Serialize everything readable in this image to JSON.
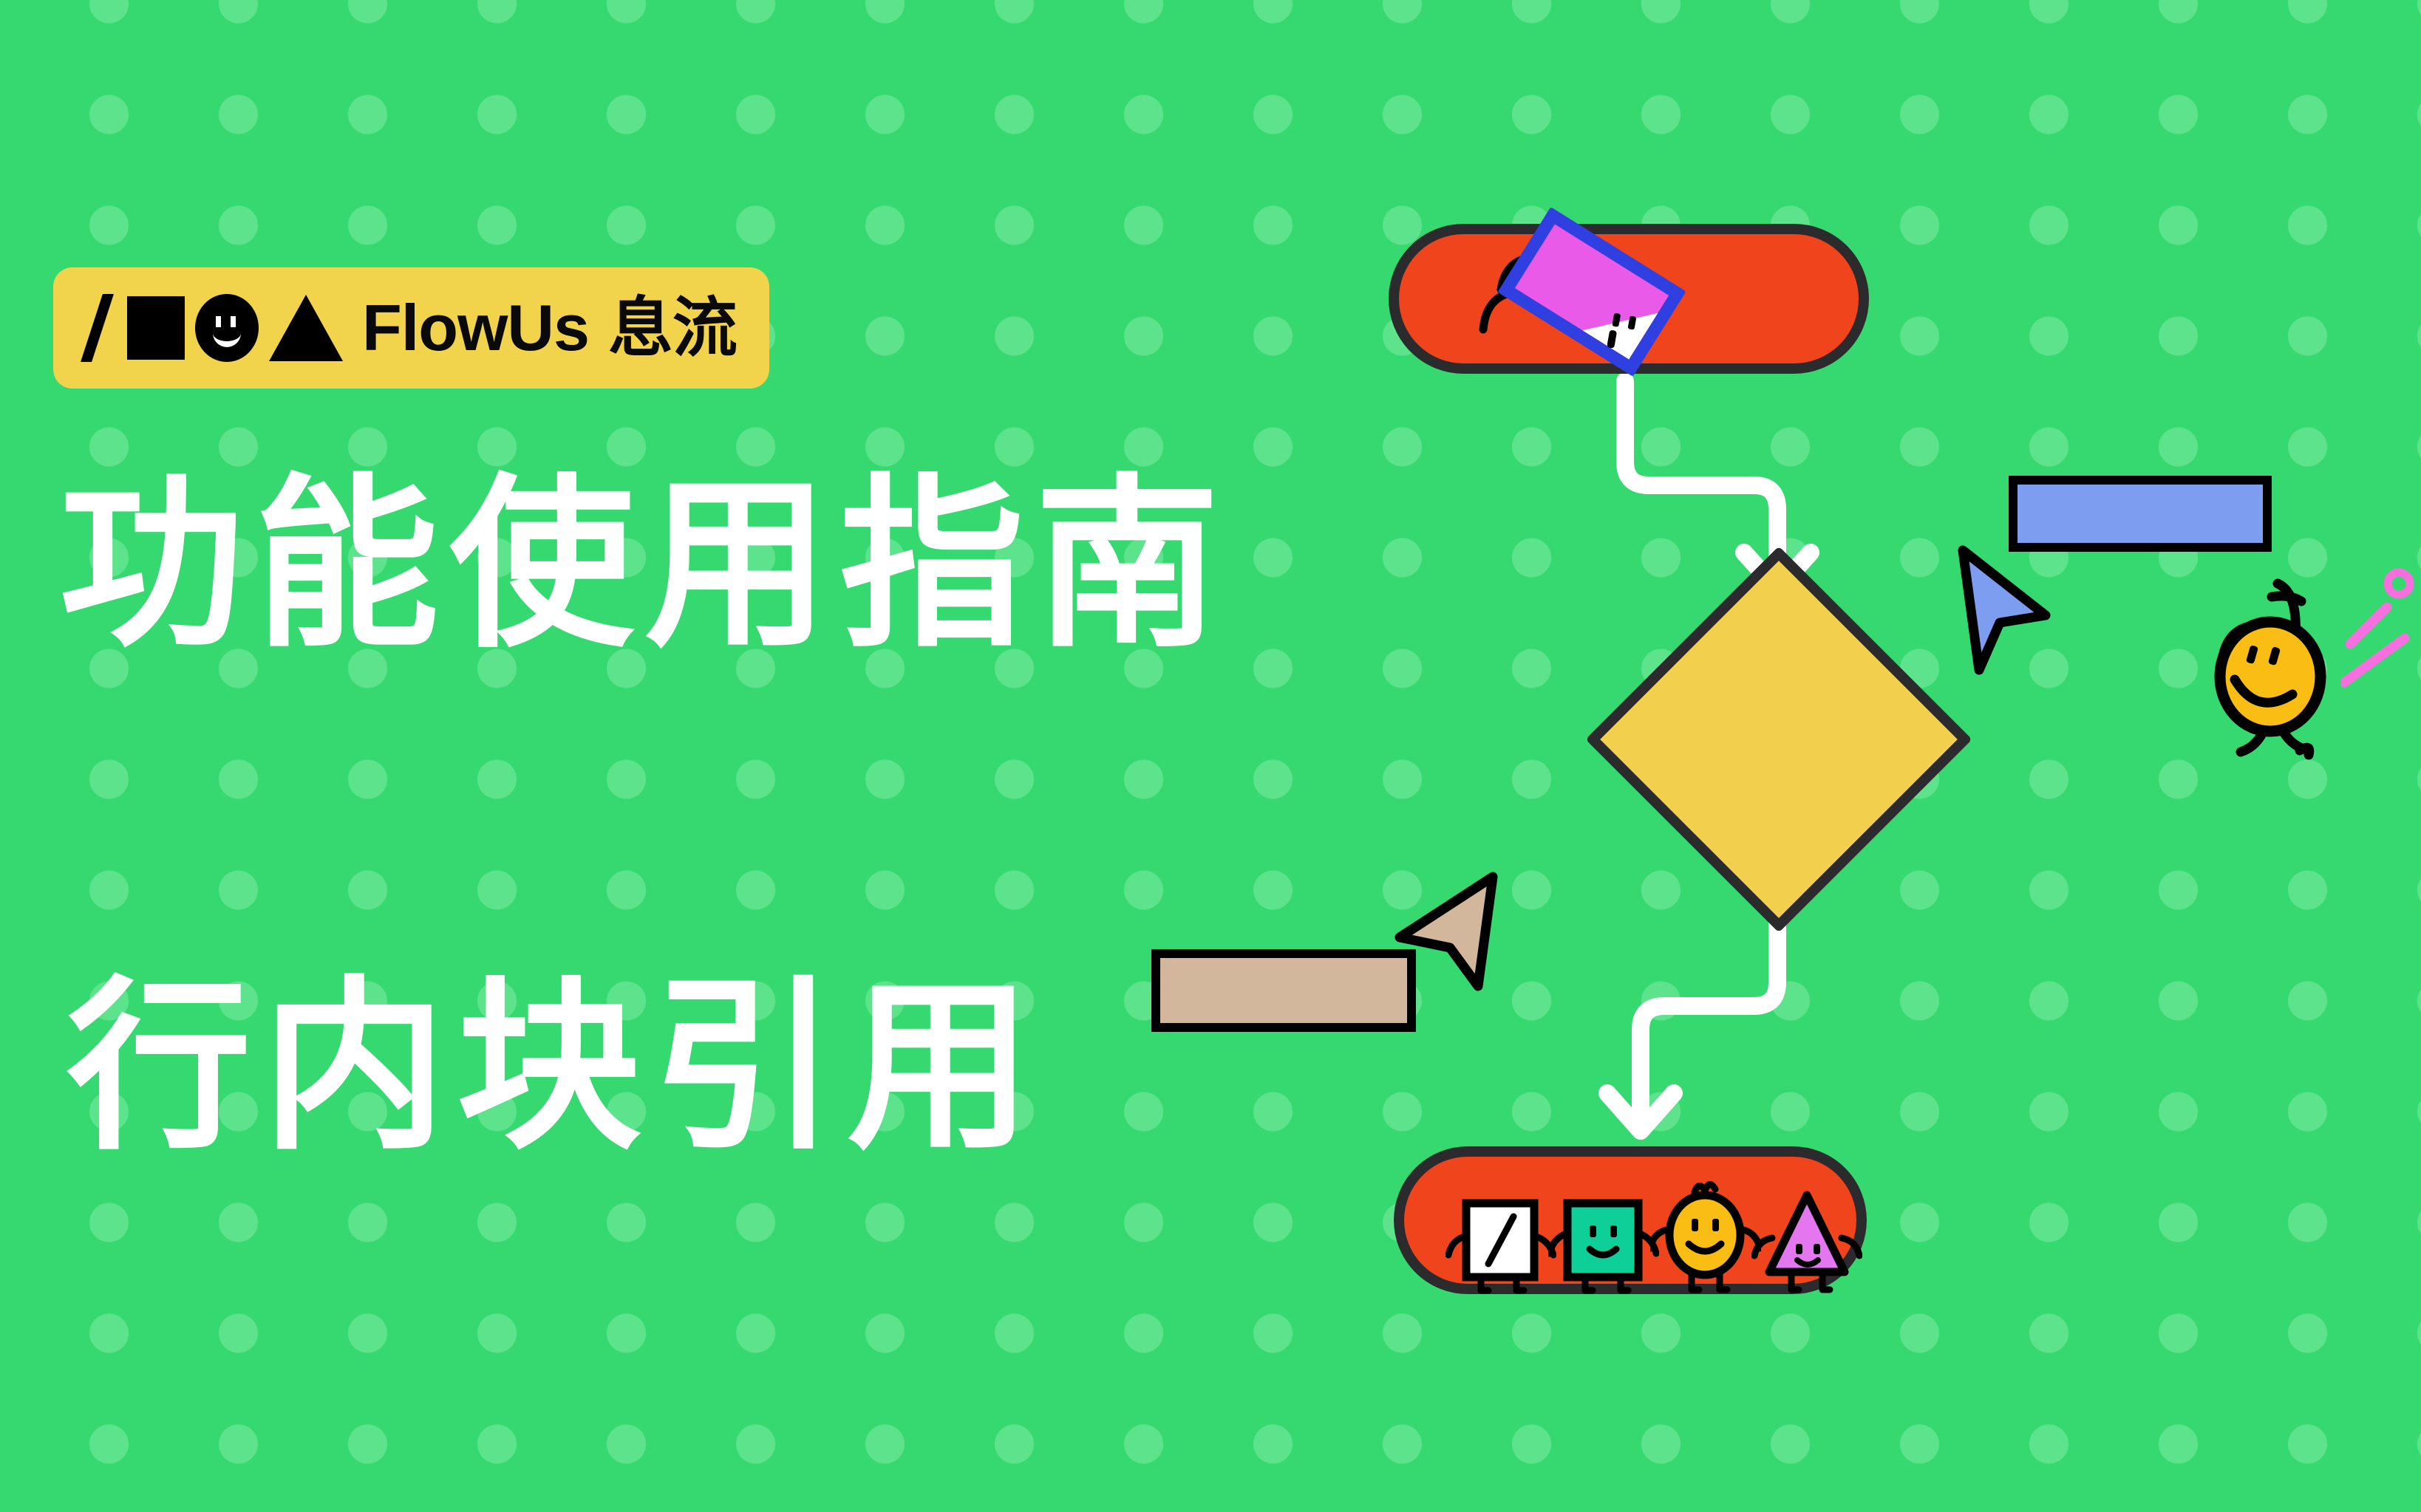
{
  "page": {
    "background_color": "#36d970",
    "dot_color": "#5ee38d"
  },
  "badge": {
    "name": "flowus-brand-badge",
    "background_color": "#f2d44c",
    "brand_latin": "FlowUs",
    "brand_cn": "息流",
    "icons": [
      "slash-icon",
      "square-icon",
      "smiley-circle-icon",
      "triangle-icon"
    ]
  },
  "headings": {
    "line1": "功能使用指南",
    "line2": "行内块引用",
    "color": "#ffffff"
  },
  "flowchart": {
    "nodes": [
      {
        "id": "node-top",
        "shape": "pill",
        "fill": "#f0441d",
        "stroke": "#2b2b2e",
        "content": "tilted-card-character"
      },
      {
        "id": "node-decision",
        "shape": "diamond",
        "fill": "#f2cf4c",
        "stroke": "#2b2b2e"
      },
      {
        "id": "node-bottom",
        "shape": "pill",
        "fill": "#f0441d",
        "stroke": "#2b2b2e",
        "content": "four-shape-characters"
      }
    ],
    "connectors": [
      {
        "id": "connector-top-to-diamond",
        "color": "#ffffff",
        "arrow": "down"
      },
      {
        "id": "connector-diamond-to-bottom",
        "color": "#ffffff",
        "arrow": "down"
      }
    ],
    "rectangles": [
      {
        "id": "rect-blue",
        "fill": "#7d9ef0",
        "stroke": "#000000"
      },
      {
        "id": "rect-tan",
        "fill": "#d3b79d",
        "stroke": "#000000"
      }
    ],
    "cursors": [
      {
        "id": "cursor-blue",
        "fill": "#7d9ef0",
        "stroke": "#000000"
      },
      {
        "id": "cursor-tan",
        "fill": "#d3b79d",
        "stroke": "#000000"
      }
    ],
    "characters": [
      {
        "id": "char-slash",
        "shape": "square-card",
        "fill": "#ffffff",
        "glyph": "slash"
      },
      {
        "id": "char-square",
        "shape": "square",
        "fill": "#0ecf97",
        "face": "smile"
      },
      {
        "id": "char-oval",
        "shape": "oval",
        "fill": "#f9bd13",
        "face": "smile"
      },
      {
        "id": "char-triangle",
        "shape": "triangle",
        "fill": "#e477ef",
        "face": "smile"
      }
    ],
    "mascot": {
      "id": "hanging-mascot",
      "fill": "#f9bd13",
      "spark_color": "#f570de"
    },
    "card_character": {
      "frame_fill": "#ea5ae8",
      "frame_stroke": "#2f3fe0",
      "corner_fill": "#ffffff"
    }
  }
}
